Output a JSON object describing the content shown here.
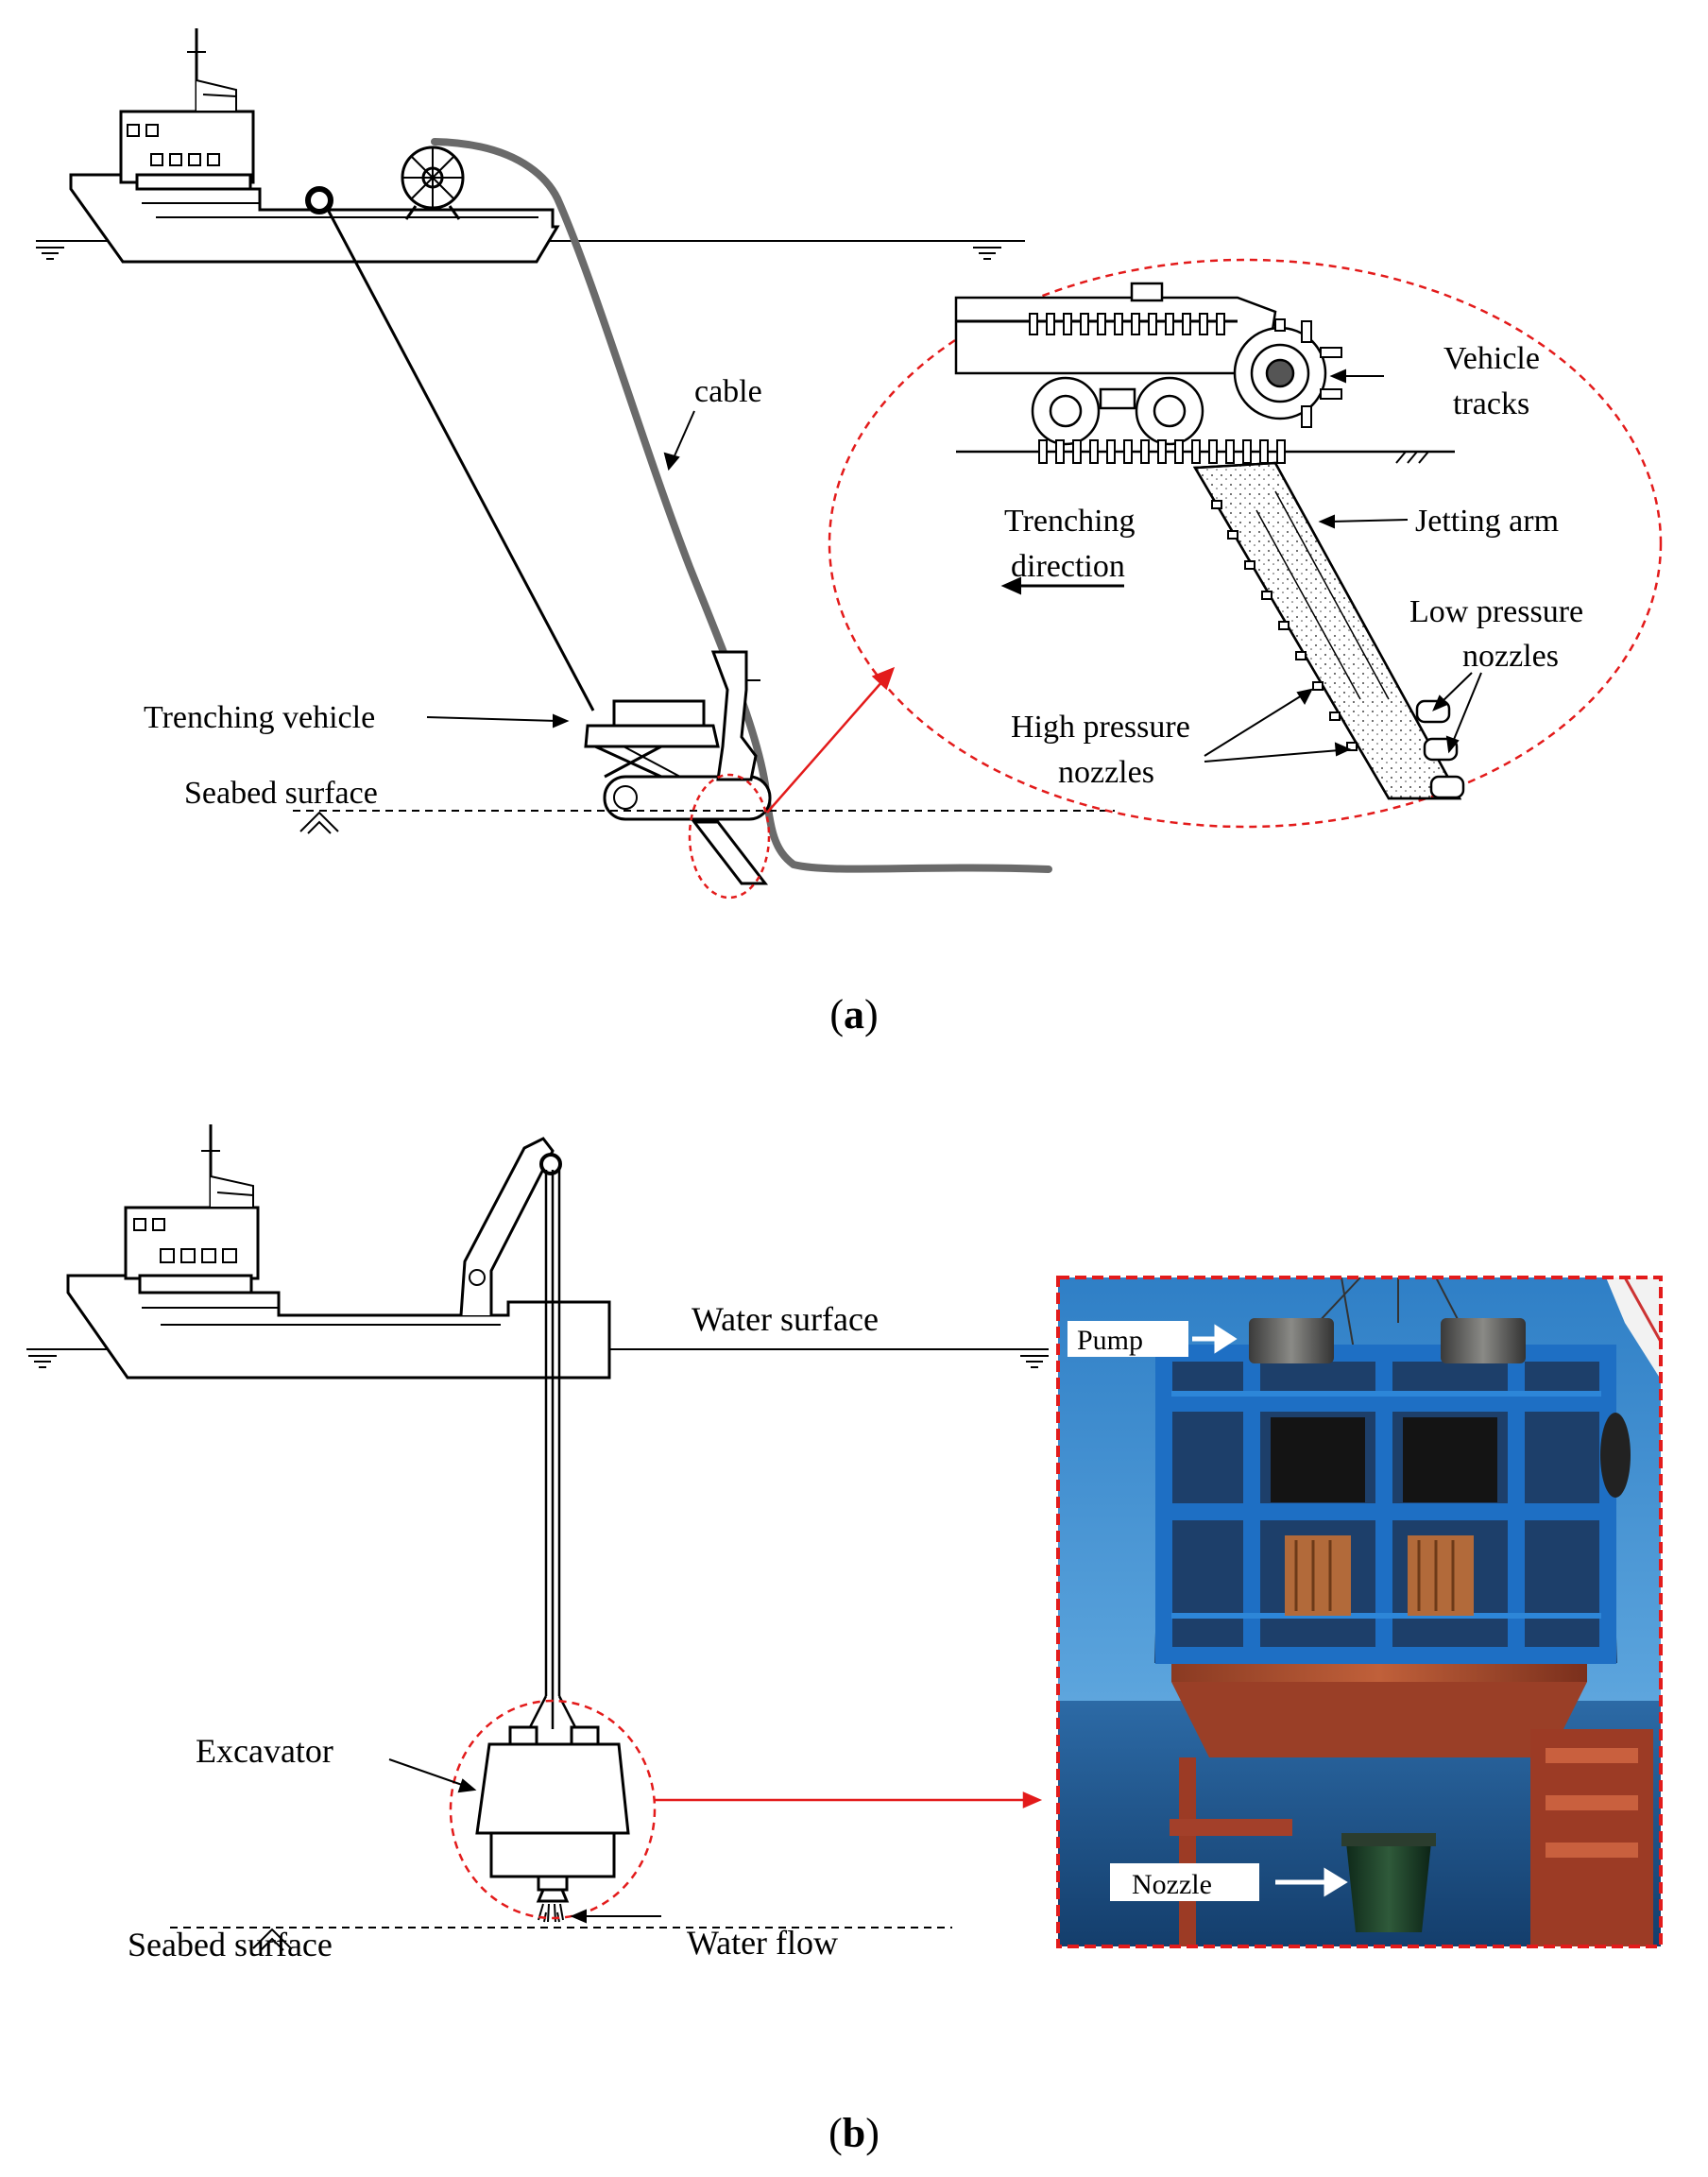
{
  "panel_a": {
    "caption_open": "(",
    "caption_letter": "a",
    "caption_close": ")",
    "labels": {
      "cable": "cable",
      "trenching_vehicle": "Trenching vehicle",
      "seabed_surface": "Seabed surface",
      "vehicle_tracks_1": "Vehicle",
      "vehicle_tracks_2": "tracks",
      "trenching_direction_1": "Trenching",
      "trenching_direction_2": "direction",
      "jetting_arm": "Jetting arm",
      "low_pressure_1": "Low pressure",
      "low_pressure_2": "nozzles",
      "high_pressure_1": "High pressure",
      "high_pressure_2": "nozzles"
    }
  },
  "panel_b": {
    "caption_open": "(",
    "caption_letter": "b",
    "caption_close": ")",
    "labels": {
      "water_surface": "Water surface",
      "excavator": "Excavator",
      "seabed_surface": "Seabed surface",
      "water_flow": "Water flow",
      "pump": "Pump",
      "nozzle": "Nozzle"
    }
  },
  "colors": {
    "callout_red": "#e31b1b",
    "cable_gray": "#6a6a6a",
    "sky_blue": "#3f8fd0",
    "sea_blue": "#1f5c97",
    "frame_blue": "#1e6fc4",
    "rust_red": "#a3402a"
  }
}
